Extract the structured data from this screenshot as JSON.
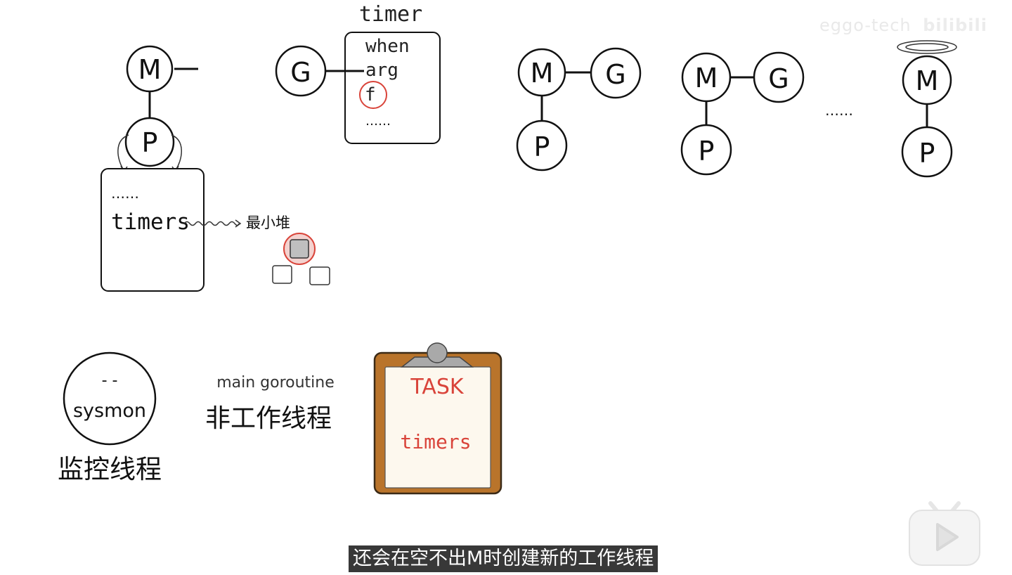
{
  "watermark": "eggo-tech",
  "brand_mark": "bilibili",
  "subtitle": "还会在空不出M时创建新的工作线程",
  "diagram": {
    "m_label": "M",
    "p_label": "P",
    "g_label": "G",
    "timer_title": "timer",
    "timer_fields": [
      "when",
      "arg",
      "f",
      "……"
    ],
    "timers_box_dots": "……",
    "timers_label": "timers",
    "min_heap_label": "最小堆",
    "ellipsis_between": "……",
    "sysmon_eyes": "- -",
    "sysmon_label": "sysmon",
    "monitor_thread": "监控线程",
    "main_goroutine": "main goroutine",
    "non_worker_thread": "非工作线程",
    "task_title": "TASK",
    "task_item": "timers"
  },
  "colors": {
    "ink": "#111111",
    "highlight_red": "#d9443a",
    "task_text": "#d9443a",
    "clipboard_board": "#b9742b",
    "clipboard_paper": "#fdf8ee",
    "heap_fill": "#bfbfbf"
  }
}
